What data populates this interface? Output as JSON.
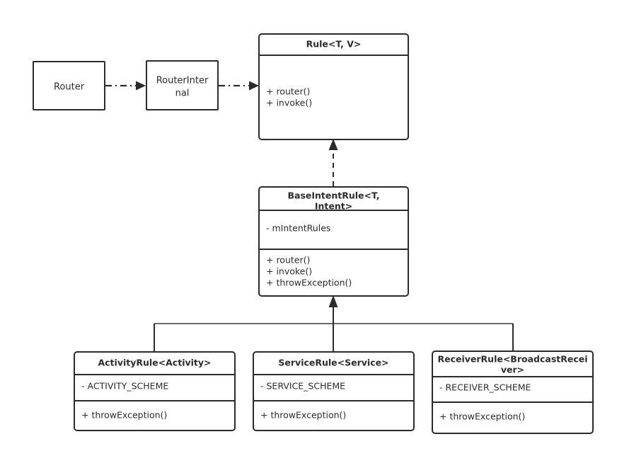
{
  "diagram": {
    "kind": "uml-class-diagram",
    "title": "Router rule class hierarchy",
    "colors": {
      "background": "#ffffff",
      "stroke": "#2b2b2b",
      "text": "#2b2b2b",
      "bus_stroke": "#3a3a3a"
    }
  },
  "nodes": {
    "router": {
      "label": "Router",
      "lines": [
        "Router"
      ]
    },
    "router_internal": {
      "label": "RouterInternal",
      "lines": [
        "RouterInter",
        "nal"
      ]
    },
    "rule": {
      "title": "Rule<T, V>",
      "title_lines": [
        "Rule<T, V>"
      ],
      "attributes": [],
      "methods": [
        "+ router()",
        "+ invoke()"
      ]
    },
    "base_intent_rule": {
      "title": "BaseIntentRule<T, Intent>",
      "title_lines": [
        "BaseIntentRule<T,",
        "Intent>"
      ],
      "attributes": [
        "- mIntentRules"
      ],
      "methods": [
        "+ router()",
        "+ invoke()",
        "+ throwException()"
      ]
    },
    "activity_rule": {
      "title": "ActivityRule<Activity>",
      "title_lines": [
        "ActivityRule<Activity>"
      ],
      "attributes": [
        "- ACTIVITY_SCHEME"
      ],
      "methods": [
        "+ throwException()"
      ]
    },
    "service_rule": {
      "title": "ServiceRule<Service>",
      "title_lines": [
        "ServiceRule<Service>"
      ],
      "attributes": [
        "- SERVICE_SCHEME"
      ],
      "methods": [
        "+ throwException()"
      ]
    },
    "receiver_rule": {
      "title": "ReceiverRule<BroadcastReceiver>",
      "title_lines": [
        "ReceiverRule<BroadcastRecei",
        "ver>"
      ],
      "attributes": [
        "- RECEIVER_SCHEME"
      ],
      "methods": [
        "+ throwException()"
      ]
    }
  },
  "edges": [
    {
      "name": "router-to-routerinternal",
      "from": "router",
      "to": "router_internal",
      "style": "dash-dot",
      "arrow": "filled-triangle",
      "label": ""
    },
    {
      "name": "routerinternal-to-rule",
      "from": "router_internal",
      "to": "rule",
      "style": "dash-dot",
      "arrow": "filled-triangle",
      "label": ""
    },
    {
      "name": "baseintentrule-to-rule",
      "from": "base_intent_rule",
      "to": "rule",
      "style": "dashed",
      "arrow": "filled-triangle",
      "label": ""
    },
    {
      "name": "subclasses-to-baseintentrule",
      "from": "activity_rule,service_rule,receiver_rule",
      "to": "base_intent_rule",
      "style": "solid",
      "arrow": "filled-triangle",
      "label": ""
    }
  ]
}
